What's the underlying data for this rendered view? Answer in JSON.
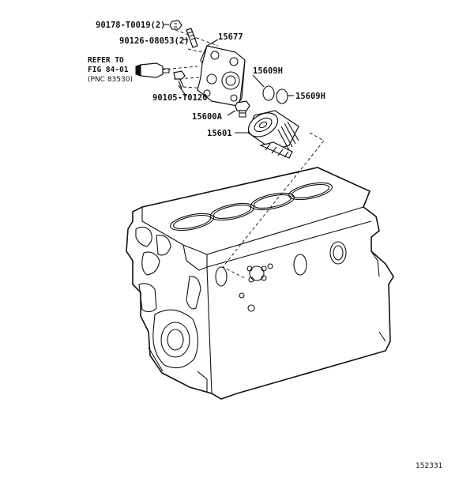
{
  "labels": {
    "bolt_90178": "90178-T0019(2)",
    "stud_90126": "90126-08053(2)",
    "bracket_15677": "15677",
    "refer_line1": "REFER TO",
    "refer_line2": "FIG 84-01",
    "refer_line3": "(PNC 83530)",
    "oring_15609h_upper": "15609H",
    "oring_15609h_lower": "15609H",
    "bolt_90105": "90105-T0120",
    "union_15600a": "15600A",
    "filter_15601": "15601",
    "figure_number": "152331"
  }
}
